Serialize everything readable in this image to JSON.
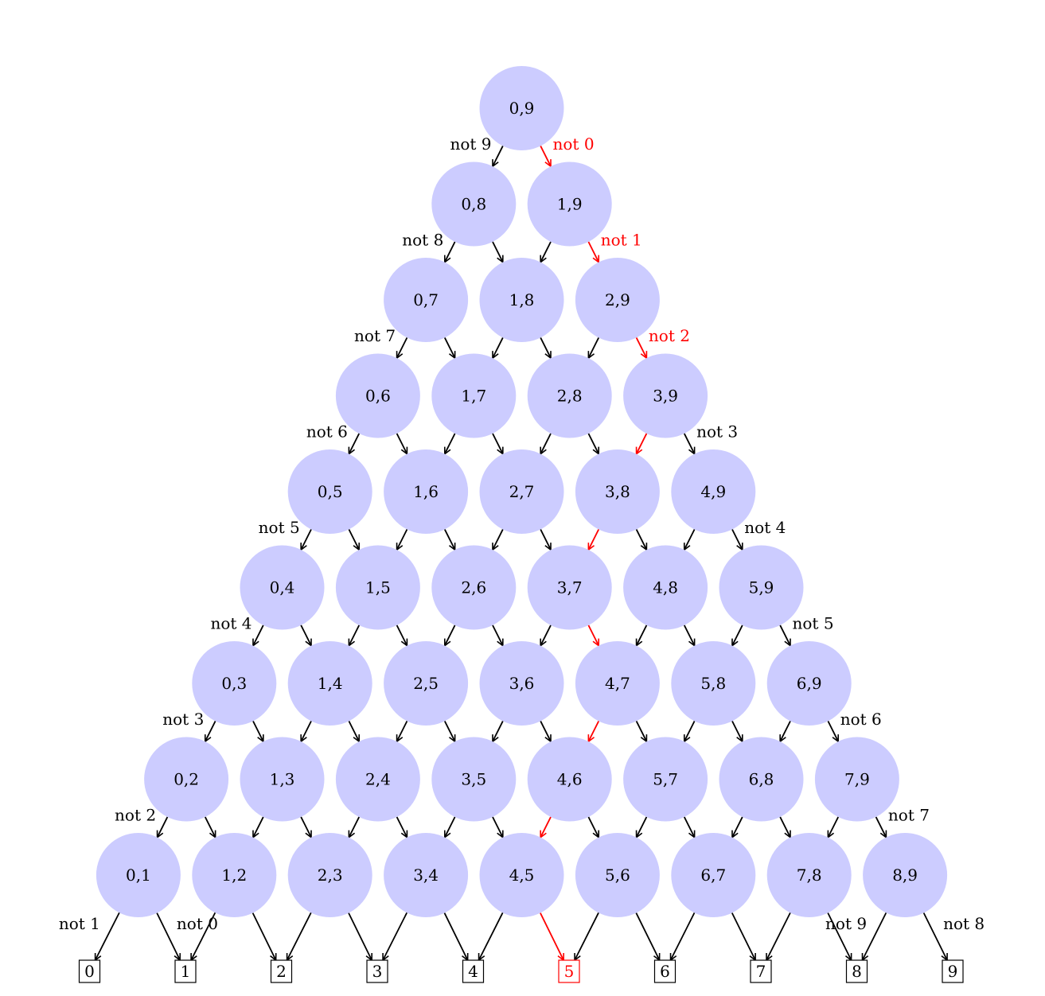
{
  "colors": {
    "node_fill": "#ccccff",
    "edge": "#000000",
    "highlight": "#ff0000",
    "box_border": "#000000",
    "text": "#000000"
  },
  "nodes": [
    {
      "label": "0,9",
      "i": 0,
      "j": 9
    },
    {
      "label": "0,8",
      "i": 0,
      "j": 8
    },
    {
      "label": "1,9",
      "i": 1,
      "j": 9
    },
    {
      "label": "0,7",
      "i": 0,
      "j": 7
    },
    {
      "label": "1,8",
      "i": 1,
      "j": 8
    },
    {
      "label": "2,9",
      "i": 2,
      "j": 9
    },
    {
      "label": "0,6",
      "i": 0,
      "j": 6
    },
    {
      "label": "1,7",
      "i": 1,
      "j": 7
    },
    {
      "label": "2,8",
      "i": 2,
      "j": 8
    },
    {
      "label": "3,9",
      "i": 3,
      "j": 9
    },
    {
      "label": "0,5",
      "i": 0,
      "j": 5
    },
    {
      "label": "1,6",
      "i": 1,
      "j": 6
    },
    {
      "label": "2,7",
      "i": 2,
      "j": 7
    },
    {
      "label": "3,8",
      "i": 3,
      "j": 8
    },
    {
      "label": "4,9",
      "i": 4,
      "j": 9
    },
    {
      "label": "0,4",
      "i": 0,
      "j": 4
    },
    {
      "label": "1,5",
      "i": 1,
      "j": 5
    },
    {
      "label": "2,6",
      "i": 2,
      "j": 6
    },
    {
      "label": "3,7",
      "i": 3,
      "j": 7
    },
    {
      "label": "4,8",
      "i": 4,
      "j": 8
    },
    {
      "label": "5,9",
      "i": 5,
      "j": 9
    },
    {
      "label": "0,3",
      "i": 0,
      "j": 3
    },
    {
      "label": "1,4",
      "i": 1,
      "j": 4
    },
    {
      "label": "2,5",
      "i": 2,
      "j": 5
    },
    {
      "label": "3,6",
      "i": 3,
      "j": 6
    },
    {
      "label": "4,7",
      "i": 4,
      "j": 7
    },
    {
      "label": "5,8",
      "i": 5,
      "j": 8
    },
    {
      "label": "6,9",
      "i": 6,
      "j": 9
    },
    {
      "label": "0,2",
      "i": 0,
      "j": 2
    },
    {
      "label": "1,3",
      "i": 1,
      "j": 3
    },
    {
      "label": "2,4",
      "i": 2,
      "j": 4
    },
    {
      "label": "3,5",
      "i": 3,
      "j": 5
    },
    {
      "label": "4,6",
      "i": 4,
      "j": 6
    },
    {
      "label": "5,7",
      "i": 5,
      "j": 7
    },
    {
      "label": "6,8",
      "i": 6,
      "j": 8
    },
    {
      "label": "7,9",
      "i": 7,
      "j": 9
    },
    {
      "label": "0,1",
      "i": 0,
      "j": 1
    },
    {
      "label": "1,2",
      "i": 1,
      "j": 2
    },
    {
      "label": "2,3",
      "i": 2,
      "j": 3
    },
    {
      "label": "3,4",
      "i": 3,
      "j": 4
    },
    {
      "label": "4,5",
      "i": 4,
      "j": 5
    },
    {
      "label": "5,6",
      "i": 5,
      "j": 6
    },
    {
      "label": "6,7",
      "i": 6,
      "j": 7
    },
    {
      "label": "7,8",
      "i": 7,
      "j": 8
    },
    {
      "label": "8,9",
      "i": 8,
      "j": 9
    }
  ],
  "leaves": [
    {
      "label": "0",
      "highlight": false
    },
    {
      "label": "1",
      "highlight": false
    },
    {
      "label": "2",
      "highlight": false
    },
    {
      "label": "3",
      "highlight": false
    },
    {
      "label": "4",
      "highlight": false
    },
    {
      "label": "5",
      "highlight": true
    },
    {
      "label": "6",
      "highlight": false
    },
    {
      "label": "7",
      "highlight": false
    },
    {
      "label": "8",
      "highlight": false
    },
    {
      "label": "9",
      "highlight": false
    }
  ],
  "highlight_path": [
    "0,9",
    "1,9",
    "2,9",
    "3,9",
    "3,8",
    "3,7",
    "4,7",
    "4,6",
    "4,5",
    "5"
  ],
  "edge_labels": [
    {
      "from": "0,9",
      "to": "0,8",
      "text": "not 9",
      "highlight": false
    },
    {
      "from": "0,9",
      "to": "1,9",
      "text": "not 0",
      "highlight": true
    },
    {
      "from": "0,8",
      "to": "0,7",
      "text": "not 8",
      "highlight": false
    },
    {
      "from": "1,9",
      "to": "2,9",
      "text": "not 1",
      "highlight": true
    },
    {
      "from": "0,7",
      "to": "0,6",
      "text": "not 7",
      "highlight": false
    },
    {
      "from": "2,9",
      "to": "3,9",
      "text": "not 2",
      "highlight": true
    },
    {
      "from": "0,6",
      "to": "0,5",
      "text": "not 6",
      "highlight": false
    },
    {
      "from": "3,9",
      "to": "4,9",
      "text": "not 3",
      "highlight": false
    },
    {
      "from": "0,5",
      "to": "0,4",
      "text": "not 5",
      "highlight": false
    },
    {
      "from": "4,9",
      "to": "5,9",
      "text": "not 4",
      "highlight": false
    },
    {
      "from": "0,4",
      "to": "0,3",
      "text": "not 4",
      "highlight": false
    },
    {
      "from": "5,9",
      "to": "6,9",
      "text": "not 5",
      "highlight": false
    },
    {
      "from": "0,3",
      "to": "0,2",
      "text": "not 3",
      "highlight": false
    },
    {
      "from": "6,9",
      "to": "7,9",
      "text": "not 6",
      "highlight": false
    },
    {
      "from": "0,2",
      "to": "0,1",
      "text": "not 2",
      "highlight": false
    },
    {
      "from": "7,9",
      "to": "8,9",
      "text": "not 7",
      "highlight": false
    },
    {
      "from": "0,1",
      "to": "0",
      "text": "not 1",
      "highlight": false
    },
    {
      "from": "0,1",
      "to": "1",
      "text": "not 0",
      "highlight": false
    },
    {
      "from": "8,9",
      "to": "8",
      "text": "not 9",
      "highlight": false
    },
    {
      "from": "8,9",
      "to": "9",
      "text": "not 8",
      "highlight": false
    }
  ]
}
